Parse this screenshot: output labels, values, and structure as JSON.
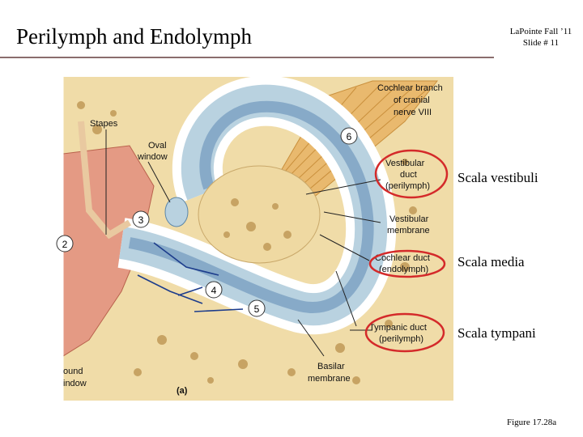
{
  "slide": {
    "title": "Perilymph and Endolymph",
    "author_line": "LaPointe Fall ’11",
    "slide_number": "Slide # 11",
    "figure_caption": "Figure 17.28a"
  },
  "scalae": {
    "vestibuli": "Scala vestibuli",
    "media": "Scala media",
    "tympani": "Scala tympani"
  },
  "figure": {
    "labels": {
      "cochlear_branch_1": "Cochlear branch",
      "cochlear_branch_2": "of cranial",
      "cochlear_branch_3": "nerve VIII",
      "stapes": "Stapes",
      "oval_window_1": "Oval",
      "oval_window_2": "window",
      "vestibular_duct_1": "Vestibular",
      "vestibular_duct_2": "duct",
      "vestibular_duct_3": "(perilymph)",
      "vestibular_membrane_1": "Vestibular",
      "vestibular_membrane_2": "membrane",
      "cochlear_duct_1": "Cochlear duct",
      "cochlear_duct_2": "(endolymph)",
      "tympanic_duct_1": "Tympanic duct",
      "tympanic_duct_2": "(perilymph)",
      "basilar_membrane_1": "Basilar",
      "basilar_membrane_2": "membrane",
      "round_window_1": "ound",
      "round_window_2": "indow",
      "panel": "(a)"
    },
    "steps": [
      "2",
      "3",
      "4",
      "5",
      "6"
    ],
    "colors": {
      "bone": "#f0dca8",
      "perilymph": "#b9d2e0",
      "duct": "#87aac8",
      "nerve": "#e9b96e",
      "tissue": "#e49a84",
      "highlight": "#d42a2a"
    }
  }
}
